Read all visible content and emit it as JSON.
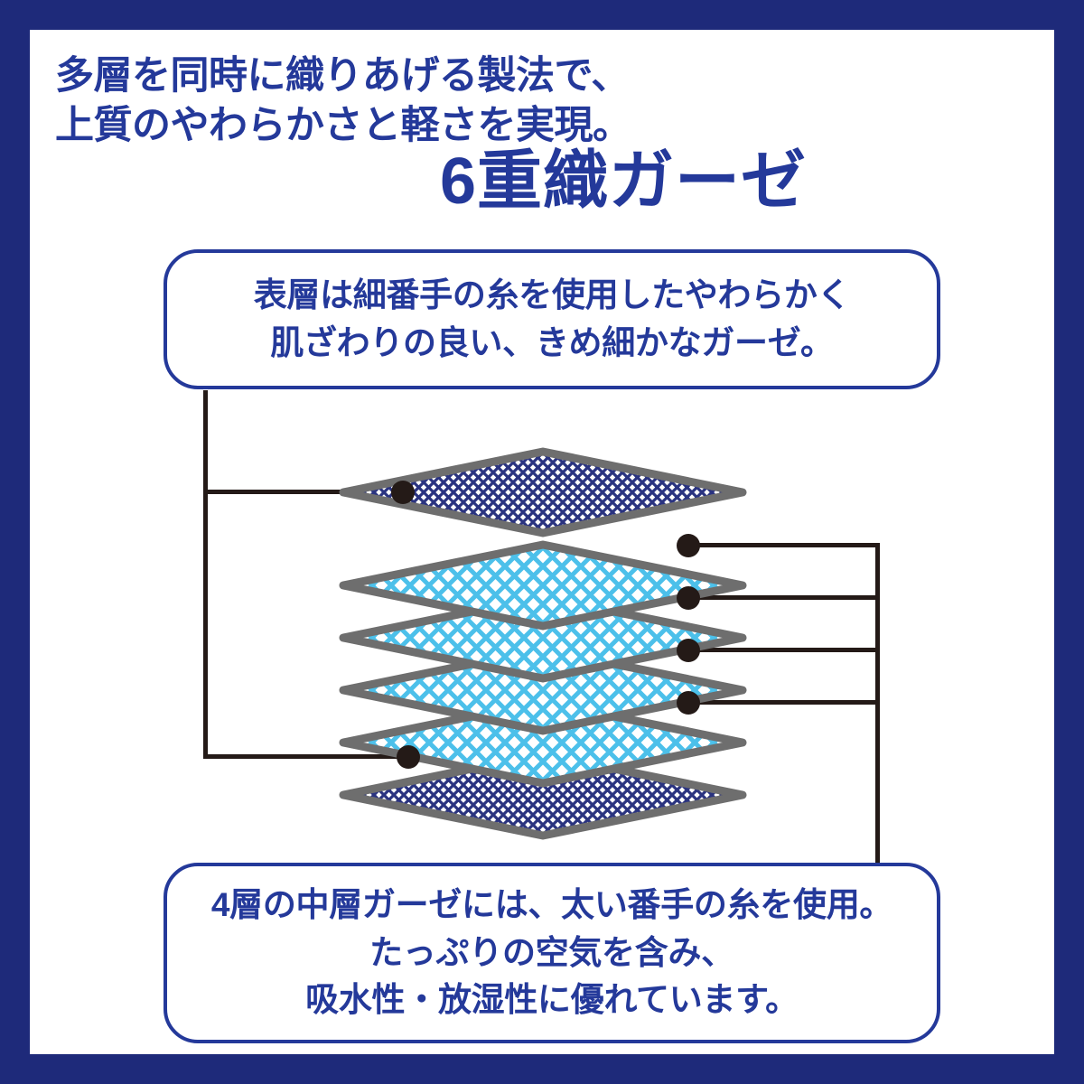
{
  "frame": {
    "border_color": "#1e2a7a",
    "background": "#ffffff"
  },
  "header": {
    "lede": "多層を同時に織りあげる製法で、\n上質のやわらかさと軽さを実現。",
    "title": "6重織ガーゼ",
    "text_color": "#24399a"
  },
  "callouts": {
    "top": {
      "text": "表層は細番手の糸を使用したやわらかく\n肌ざわりの良い、きめ細かなガーゼ。",
      "border_color": "#24399a",
      "text_color": "#24399a"
    },
    "bottom": {
      "text": "4層の中層ガーゼには、太い番手の糸を使用。\nたっぷりの空気を含み、\n吸水性・放湿性に優れています。",
      "border_color": "#24399a",
      "text_color": "#24399a"
    }
  },
  "diagram": {
    "name": "six-layer-gauze-stack",
    "total_layers": 6,
    "leader_line_color": "#241a17",
    "layers": [
      {
        "index": 1,
        "role": "surface-layer",
        "mesh": "fine",
        "mesh_color": "#2a3380",
        "edge_color": "#6e6e6e",
        "callout": "top",
        "dot_side": "left"
      },
      {
        "index": 2,
        "role": "middle-layer",
        "mesh": "coarse",
        "mesh_color": "#4cc0ea",
        "edge_color": "#6e6e6e",
        "callout": "bottom",
        "dot_side": "right"
      },
      {
        "index": 3,
        "role": "middle-layer",
        "mesh": "coarse",
        "mesh_color": "#4cc0ea",
        "edge_color": "#6e6e6e",
        "callout": "bottom",
        "dot_side": "right"
      },
      {
        "index": 4,
        "role": "middle-layer",
        "mesh": "coarse",
        "mesh_color": "#4cc0ea",
        "edge_color": "#6e6e6e",
        "callout": "bottom",
        "dot_side": "right"
      },
      {
        "index": 5,
        "role": "middle-layer",
        "mesh": "coarse",
        "mesh_color": "#4cc0ea",
        "edge_color": "#6e6e6e",
        "callout": "bottom",
        "dot_side": "right"
      },
      {
        "index": 6,
        "role": "backing-layer",
        "mesh": "fine",
        "mesh_color": "#2a3380",
        "edge_color": "#6e6e6e",
        "callout": "top",
        "dot_side": "left"
      }
    ]
  }
}
